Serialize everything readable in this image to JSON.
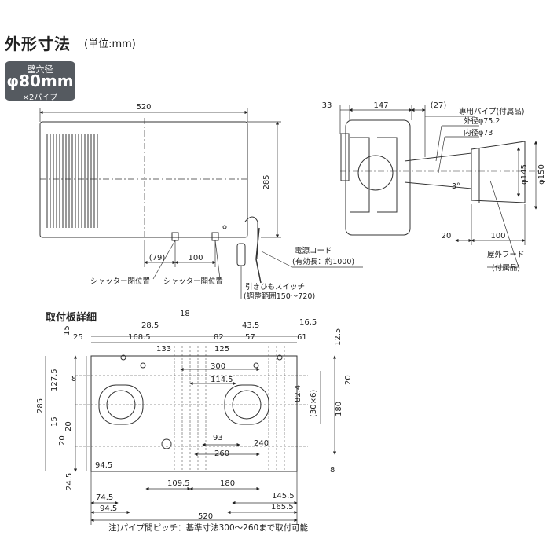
{
  "header": {
    "title": "外形寸法",
    "unit": "(単位:mm)"
  },
  "badge": {
    "line1": "壁穴径",
    "line2": "φ80mm",
    "line3": "×2パイプ"
  },
  "front_view": {
    "dims": {
      "width": "520",
      "height": "285",
      "d79": "(79)",
      "d100": "100"
    },
    "labels": {
      "shutter_left": "シャッター閉位置",
      "shutter_right": "シャッター開位置",
      "cord_1": "電源コード",
      "cord_2": "(有効長：約1000)",
      "pull_1": "引きひもスイッチ",
      "pull_2": "(調整範囲150～720)"
    }
  },
  "side_view": {
    "dims": {
      "d33": "33",
      "d147": "147",
      "d27": "(27)",
      "d20": "20",
      "d100": "100",
      "d145": "φ145",
      "d150": "φ150",
      "angle": "3°"
    },
    "labels": {
      "pipe": "専用パイプ(付属品)",
      "outer": "外径φ75.2",
      "inner": "内径φ73",
      "hood_1": "屋外フード",
      "hood_2": "(付属品)"
    }
  },
  "plate": {
    "title": "取付板詳細",
    "dims": {
      "d18": "18",
      "d28_5": "28.5",
      "d43_5": "43.5",
      "d16_5": "16.5",
      "d15": "15",
      "d25": "25",
      "d168_5": "168.5",
      "d82": "82",
      "d57": "57",
      "d61": "61",
      "d12_5": "12.5",
      "d133": "133",
      "d125": "125",
      "d300": "300",
      "d114_5": "114.5",
      "d127_5": "127.5",
      "d8a": "8",
      "d20a": "20",
      "d82_4": "82.4",
      "d30x6": "(30×6)",
      "d180v": "180",
      "d285": "285",
      "d15b": "15",
      "d20b": "20",
      "d20c": "20",
      "d93": "93",
      "d240": "240",
      "d260": "260",
      "d94_5": "94.5",
      "d8b": "8",
      "d24_5": "24.5",
      "d109_5": "109.5",
      "d180h": "180",
      "d74_5": "74.5",
      "d145_5": "145.5",
      "d520": "520",
      "d165_5": "165.5",
      "d94_5b": "94.5"
    }
  },
  "note": "注)パイプ間ピッチ：基準寸法300～260まで取付可能"
}
